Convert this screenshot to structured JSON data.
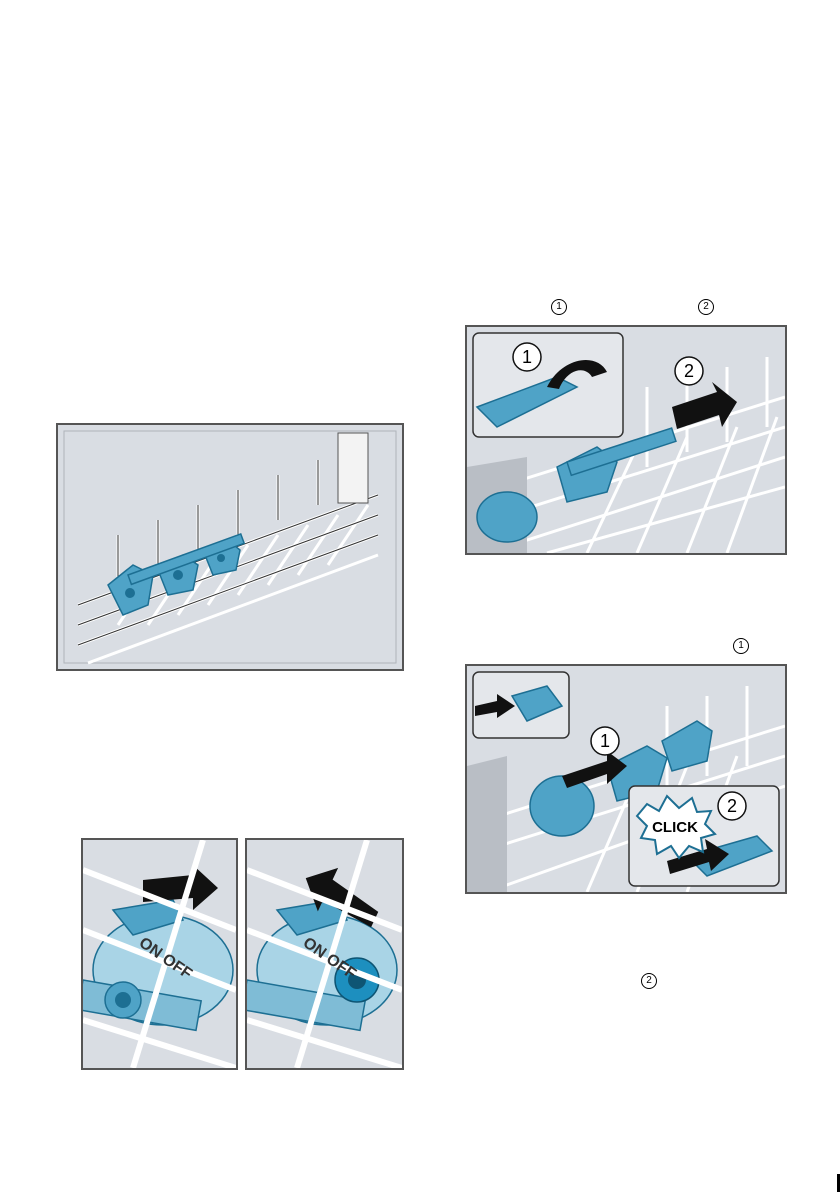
{
  "markers": {
    "step_one": "1",
    "step_two": "2"
  },
  "labels": {
    "switch_on_off": "ON OFF",
    "click": "CLICK"
  },
  "colors": {
    "part_blue": "#4fa3c7",
    "part_blue_dark": "#1d6f93",
    "background_gray": "#d9dde3",
    "rack_white": "#f6f6f6"
  }
}
